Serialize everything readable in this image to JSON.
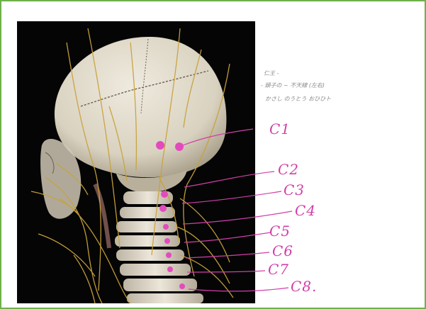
{
  "figure": {
    "notes": [
      "仁王 -",
      "- 頭子の ~ 不天線 (左右)",
      "かさし のうとう おひひト"
    ],
    "labels": [
      "C1",
      "C2",
      "C3",
      "C4",
      "C5",
      "C6",
      "C7",
      "C8."
    ]
  },
  "colors": {
    "frame": "#6fb04a",
    "annotation": "#d13fa8",
    "nerve": "#c9a23a",
    "bone": "#e3ddcf"
  }
}
